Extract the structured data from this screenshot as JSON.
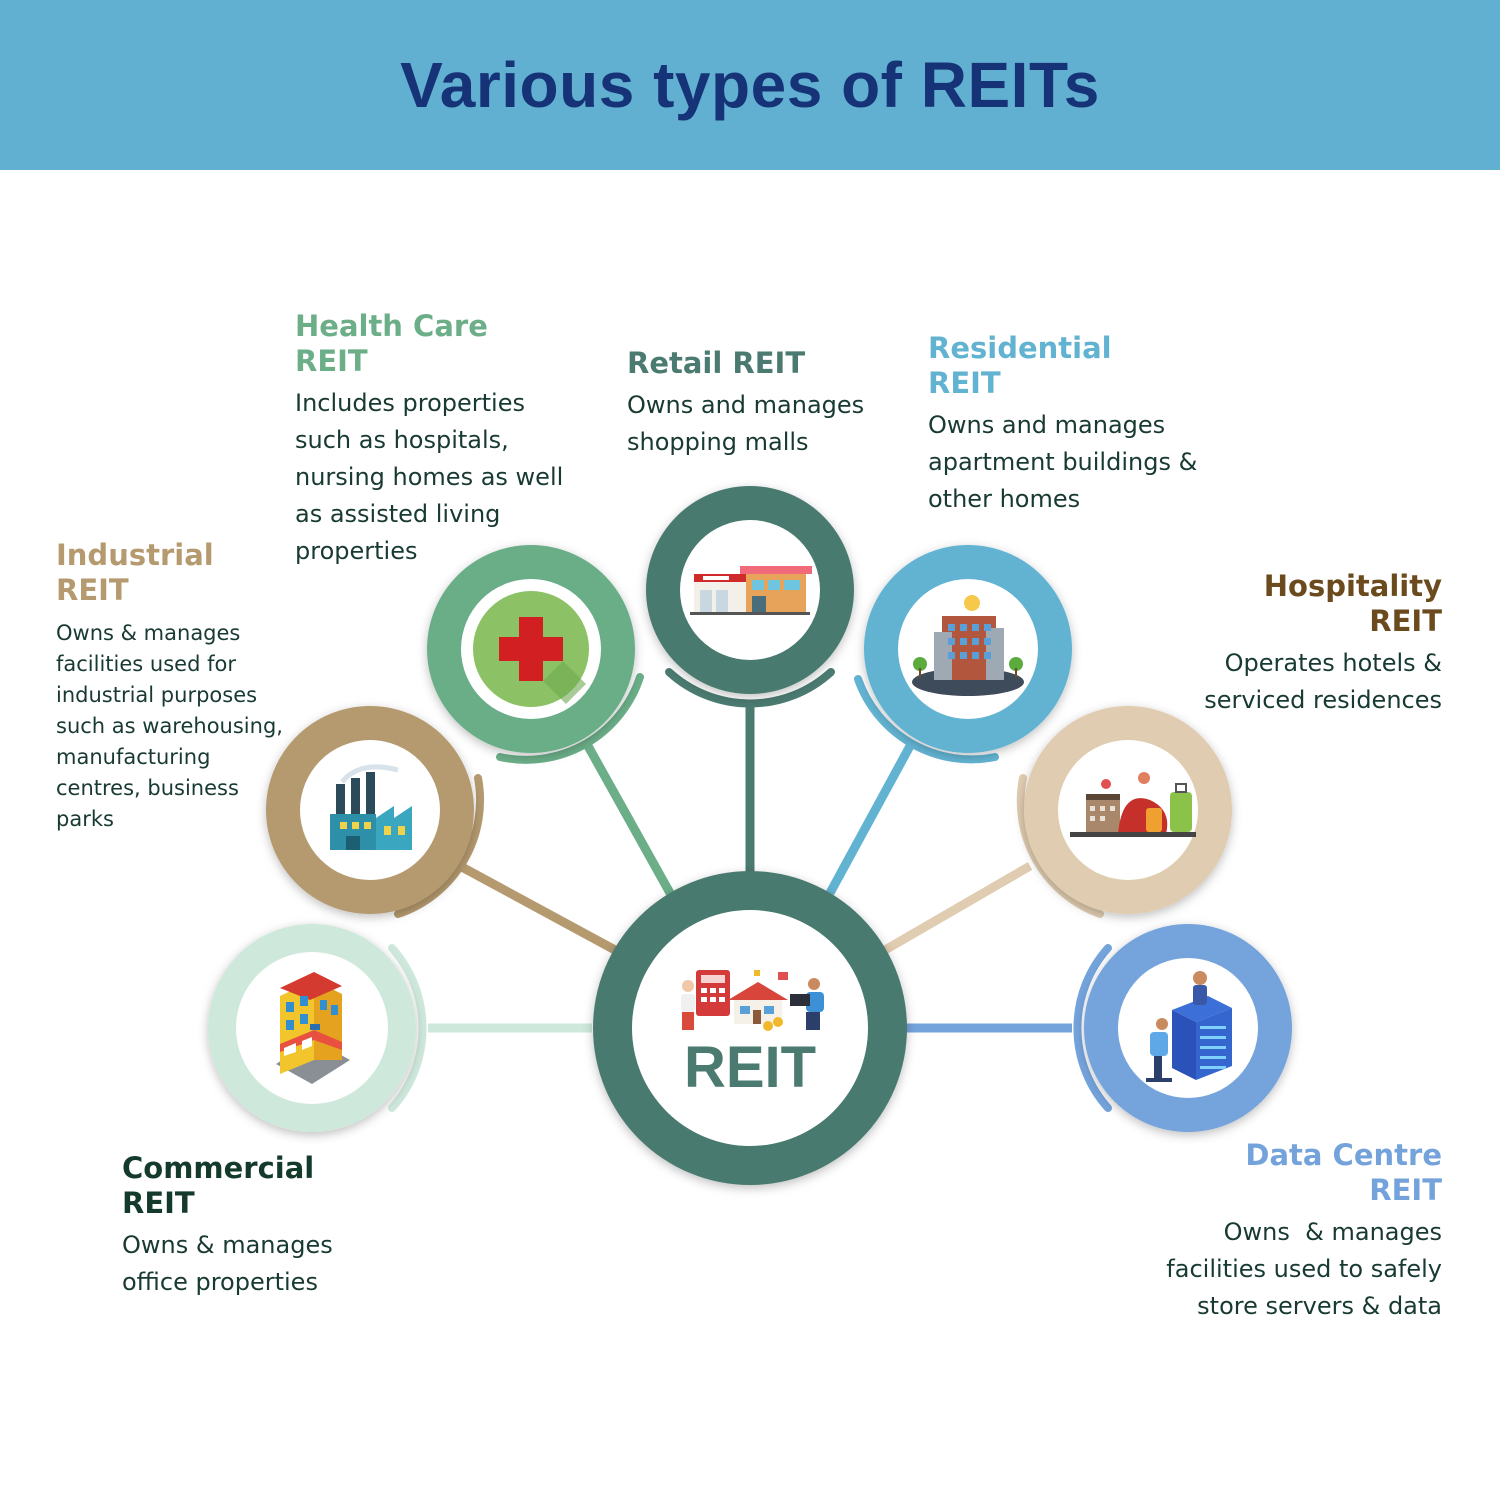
{
  "title": "Various types of REITs",
  "center": {
    "label": "REIT",
    "ring_color": "#4a7a70",
    "icon": "reit-people-house-icon"
  },
  "types": [
    {
      "key": "industrial",
      "title_line1": "Industrial",
      "title_line2": "REIT",
      "lines": [
        "Owns & manages",
        "facilities used for",
        "industrial purposes",
        "such as warehousing,",
        "manufacturing",
        "centres, business",
        "parks"
      ],
      "color": "#b59a6f",
      "icon": "factory-icon"
    },
    {
      "key": "health",
      "title_line1": "Health Care",
      "title_line2": "REIT",
      "lines": [
        "Includes properties",
        "such as hospitals,",
        "nursing homes as well",
        "as assisted living",
        "properties"
      ],
      "color": "#6bae88",
      "icon": "medical-cross-icon"
    },
    {
      "key": "retail",
      "title_line1": "Retail REIT",
      "title_line2": "",
      "lines": [
        "Owns and manages",
        "shopping malls"
      ],
      "color": "#4a7a70",
      "icon": "shopping-mall-icon"
    },
    {
      "key": "residential",
      "title_line1": "Residential",
      "title_line2": "REIT",
      "lines": [
        "Owns and manages",
        "apartment buildings &",
        "other homes"
      ],
      "color": "#62b3d2",
      "icon": "apartment-building-icon"
    },
    {
      "key": "hospitality",
      "title_line1": "Hospitality",
      "title_line2": "REIT",
      "lines": [
        "Operates hotels &",
        "serviced residences"
      ],
      "color": "#e0ccb0",
      "title_color": "#6b4a1d",
      "icon": "hotel-luggage-icon"
    },
    {
      "key": "commercial",
      "title_line1": "Commercial",
      "title_line2": "REIT",
      "lines": [
        "Owns & manages",
        "office properties"
      ],
      "color": "#cfe8dc",
      "title_color": "#143a2c",
      "icon": "office-shop-icon"
    },
    {
      "key": "datacentre",
      "title_line1": "Data Centre",
      "title_line2": "REIT",
      "lines": [
        "Owns  & manages",
        "facilities used to safely",
        "store servers & data"
      ],
      "color": "#74a3dc",
      "icon": "server-rack-icon"
    }
  ]
}
